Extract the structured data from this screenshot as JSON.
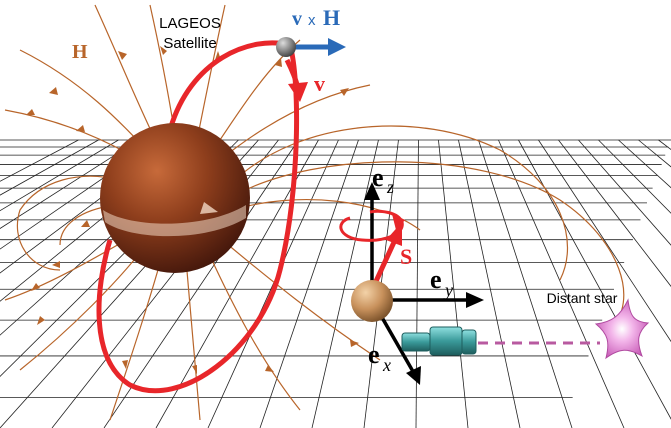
{
  "labels": {
    "satellite_line1": "LAGEOS",
    "satellite_line2": "Satellite",
    "field_H": "H",
    "velocity_v": "v",
    "cross_v": "v",
    "cross_x": "x",
    "cross_H": "H",
    "spin_S": "S",
    "ez_main": "e",
    "ez_sub": "z",
    "ey_main": "e",
    "ey_sub": "y",
    "ex_main": "e",
    "ex_sub": "x",
    "distant_star": "Distant star"
  },
  "colors": {
    "field_lines": "#b8652a",
    "orbit": "#e8262a",
    "cross_arrow": "#2a6ab8",
    "grid": "#222222",
    "planet": "#8b3a1c",
    "gyro": "#c89060",
    "telescope": "#3a9a9a",
    "star": "#d878c8",
    "sightline": "#b85aa0"
  }
}
